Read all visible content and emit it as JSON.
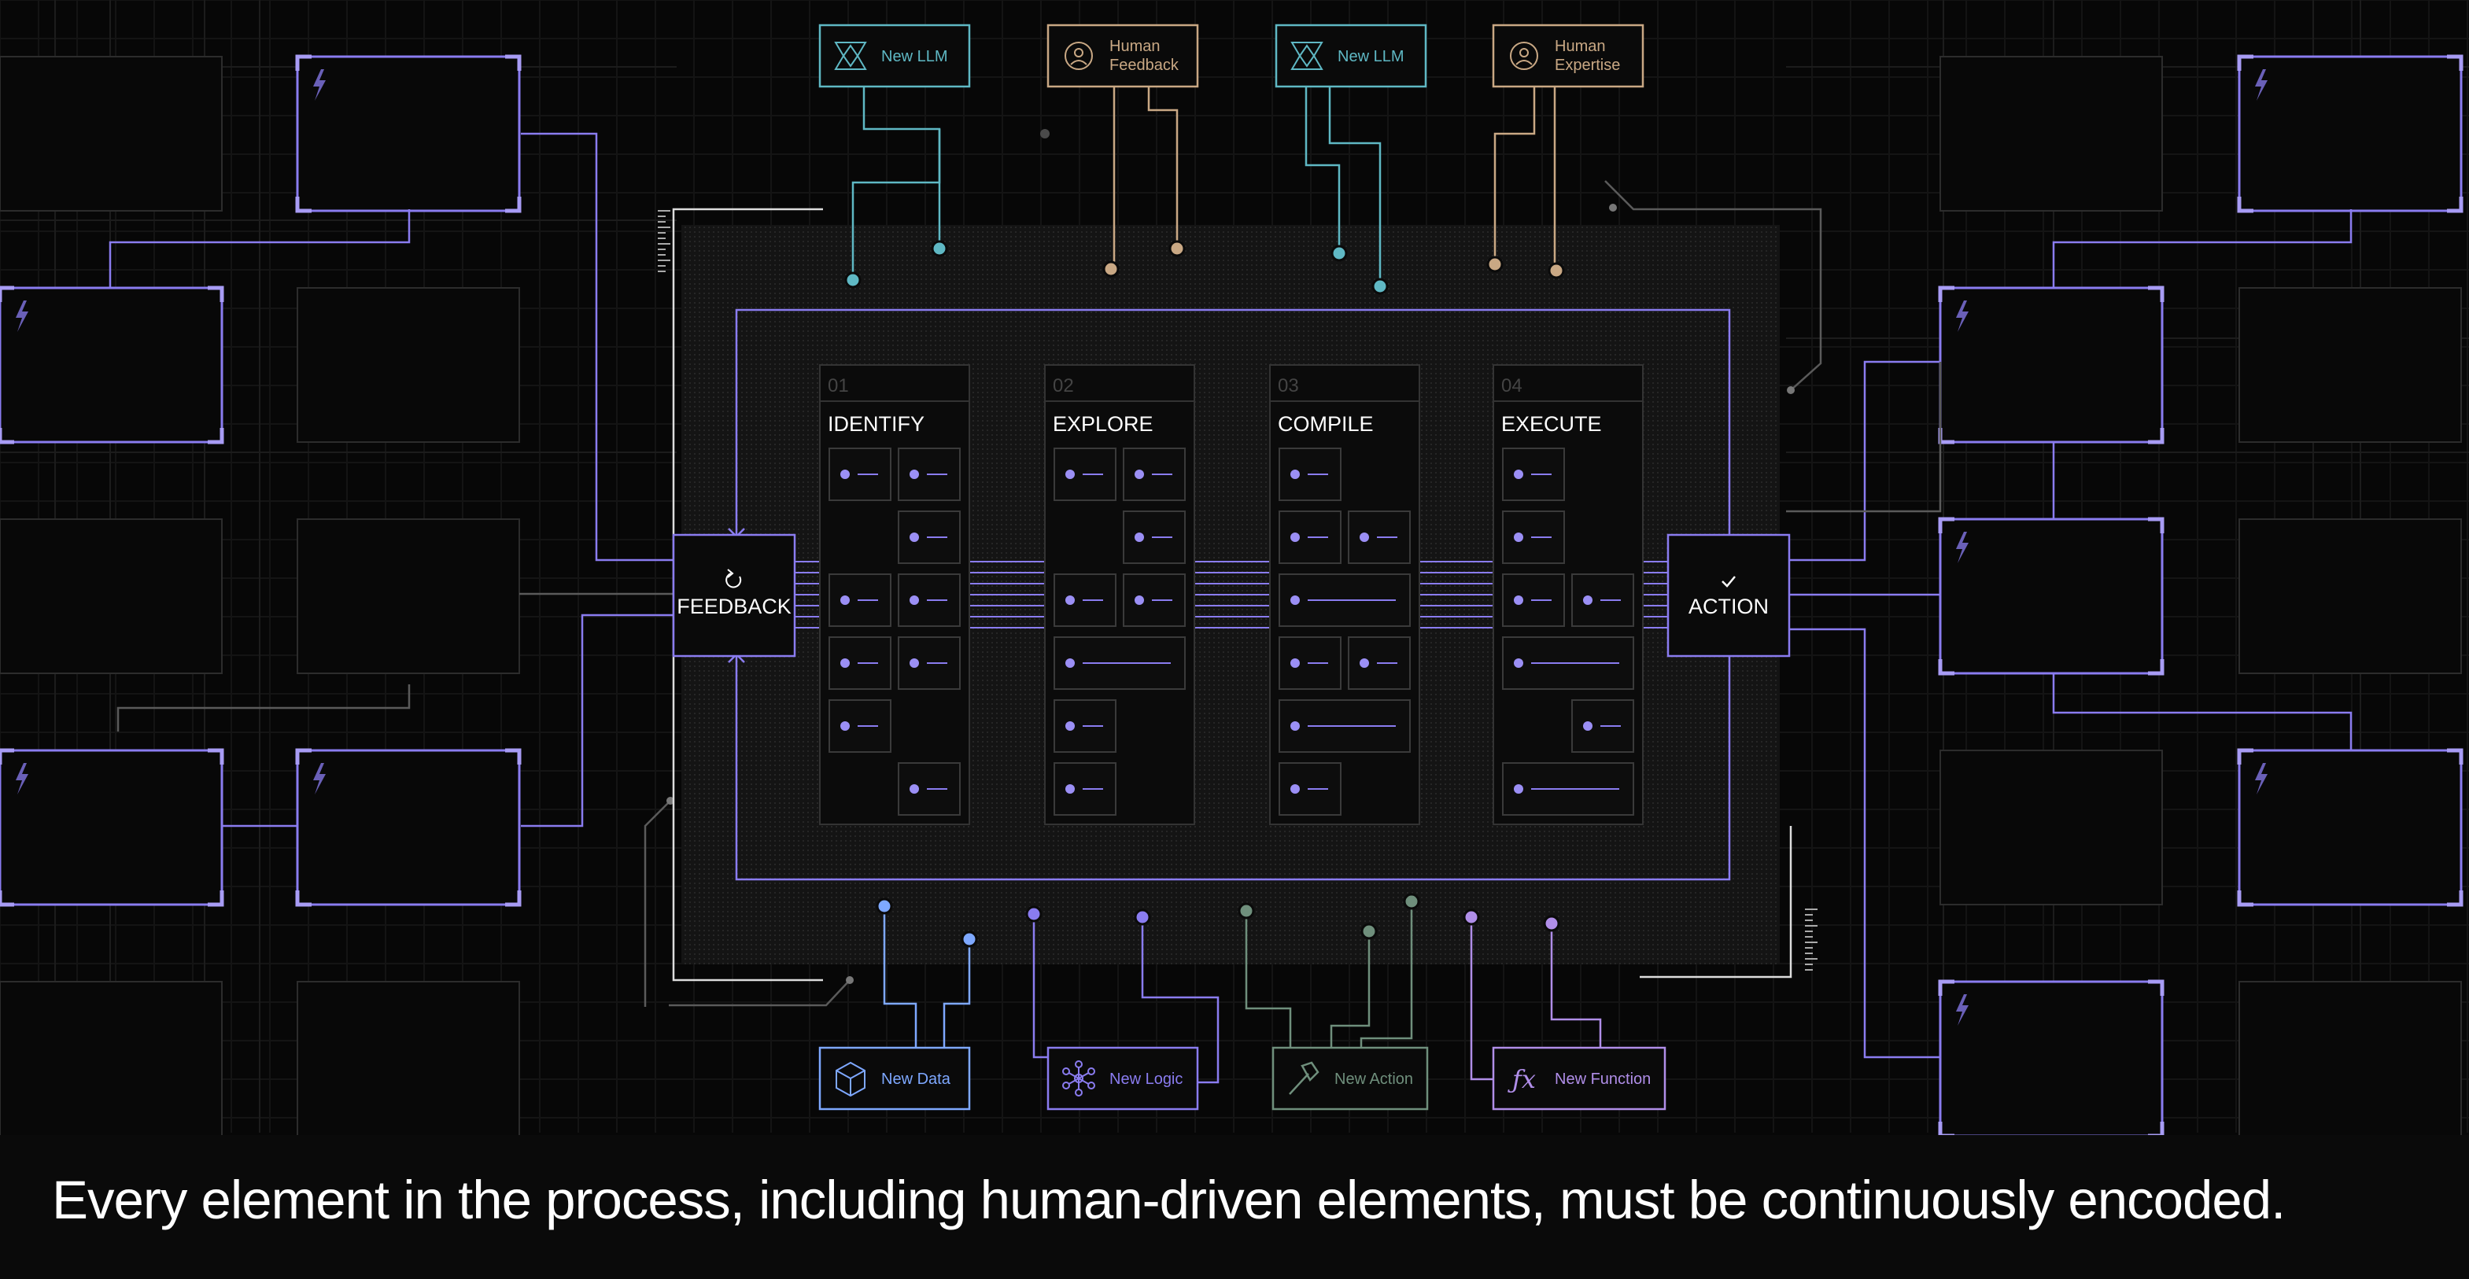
{
  "caption": "Every element in the process, including human-driven elements, must be continuously encoded.",
  "colors": {
    "teal": "#5fb8c4",
    "tan": "#c9a884",
    "purple": "#8a7cf0",
    "blue": "#7ea8ff",
    "green": "#6f8f7c",
    "violet": "#b08ee8",
    "grid": "#1f1f1f",
    "board": "#151515"
  },
  "top_inputs": [
    {
      "label": "New LLM",
      "icon": "llm-icon",
      "color": "teal"
    },
    {
      "label": "Human\nFeedback",
      "icon": "person-icon",
      "color": "tan"
    },
    {
      "label": "New LLM",
      "icon": "llm-icon",
      "color": "teal"
    },
    {
      "label": "Human\nExpertise",
      "icon": "person-icon",
      "color": "tan"
    }
  ],
  "bottom_inputs": [
    {
      "label": "New Data",
      "icon": "cube-icon",
      "color": "blue"
    },
    {
      "label": "New Logic",
      "icon": "network-icon",
      "color": "purple"
    },
    {
      "label": "New Action",
      "icon": "hammer-icon",
      "color": "green"
    },
    {
      "label": "New Function",
      "icon": "function-icon",
      "color": "violet",
      "glyph": "ƒx"
    }
  ],
  "stages": [
    {
      "number": "01",
      "name": "IDENTIFY"
    },
    {
      "number": "02",
      "name": "EXPLORE"
    },
    {
      "number": "03",
      "name": "COMPILE"
    },
    {
      "number": "04",
      "name": "EXECUTE"
    }
  ],
  "feedback": {
    "label": "FEEDBACK",
    "icon": "refresh-icon"
  },
  "action": {
    "label": "ACTION",
    "icon": "check-icon"
  }
}
